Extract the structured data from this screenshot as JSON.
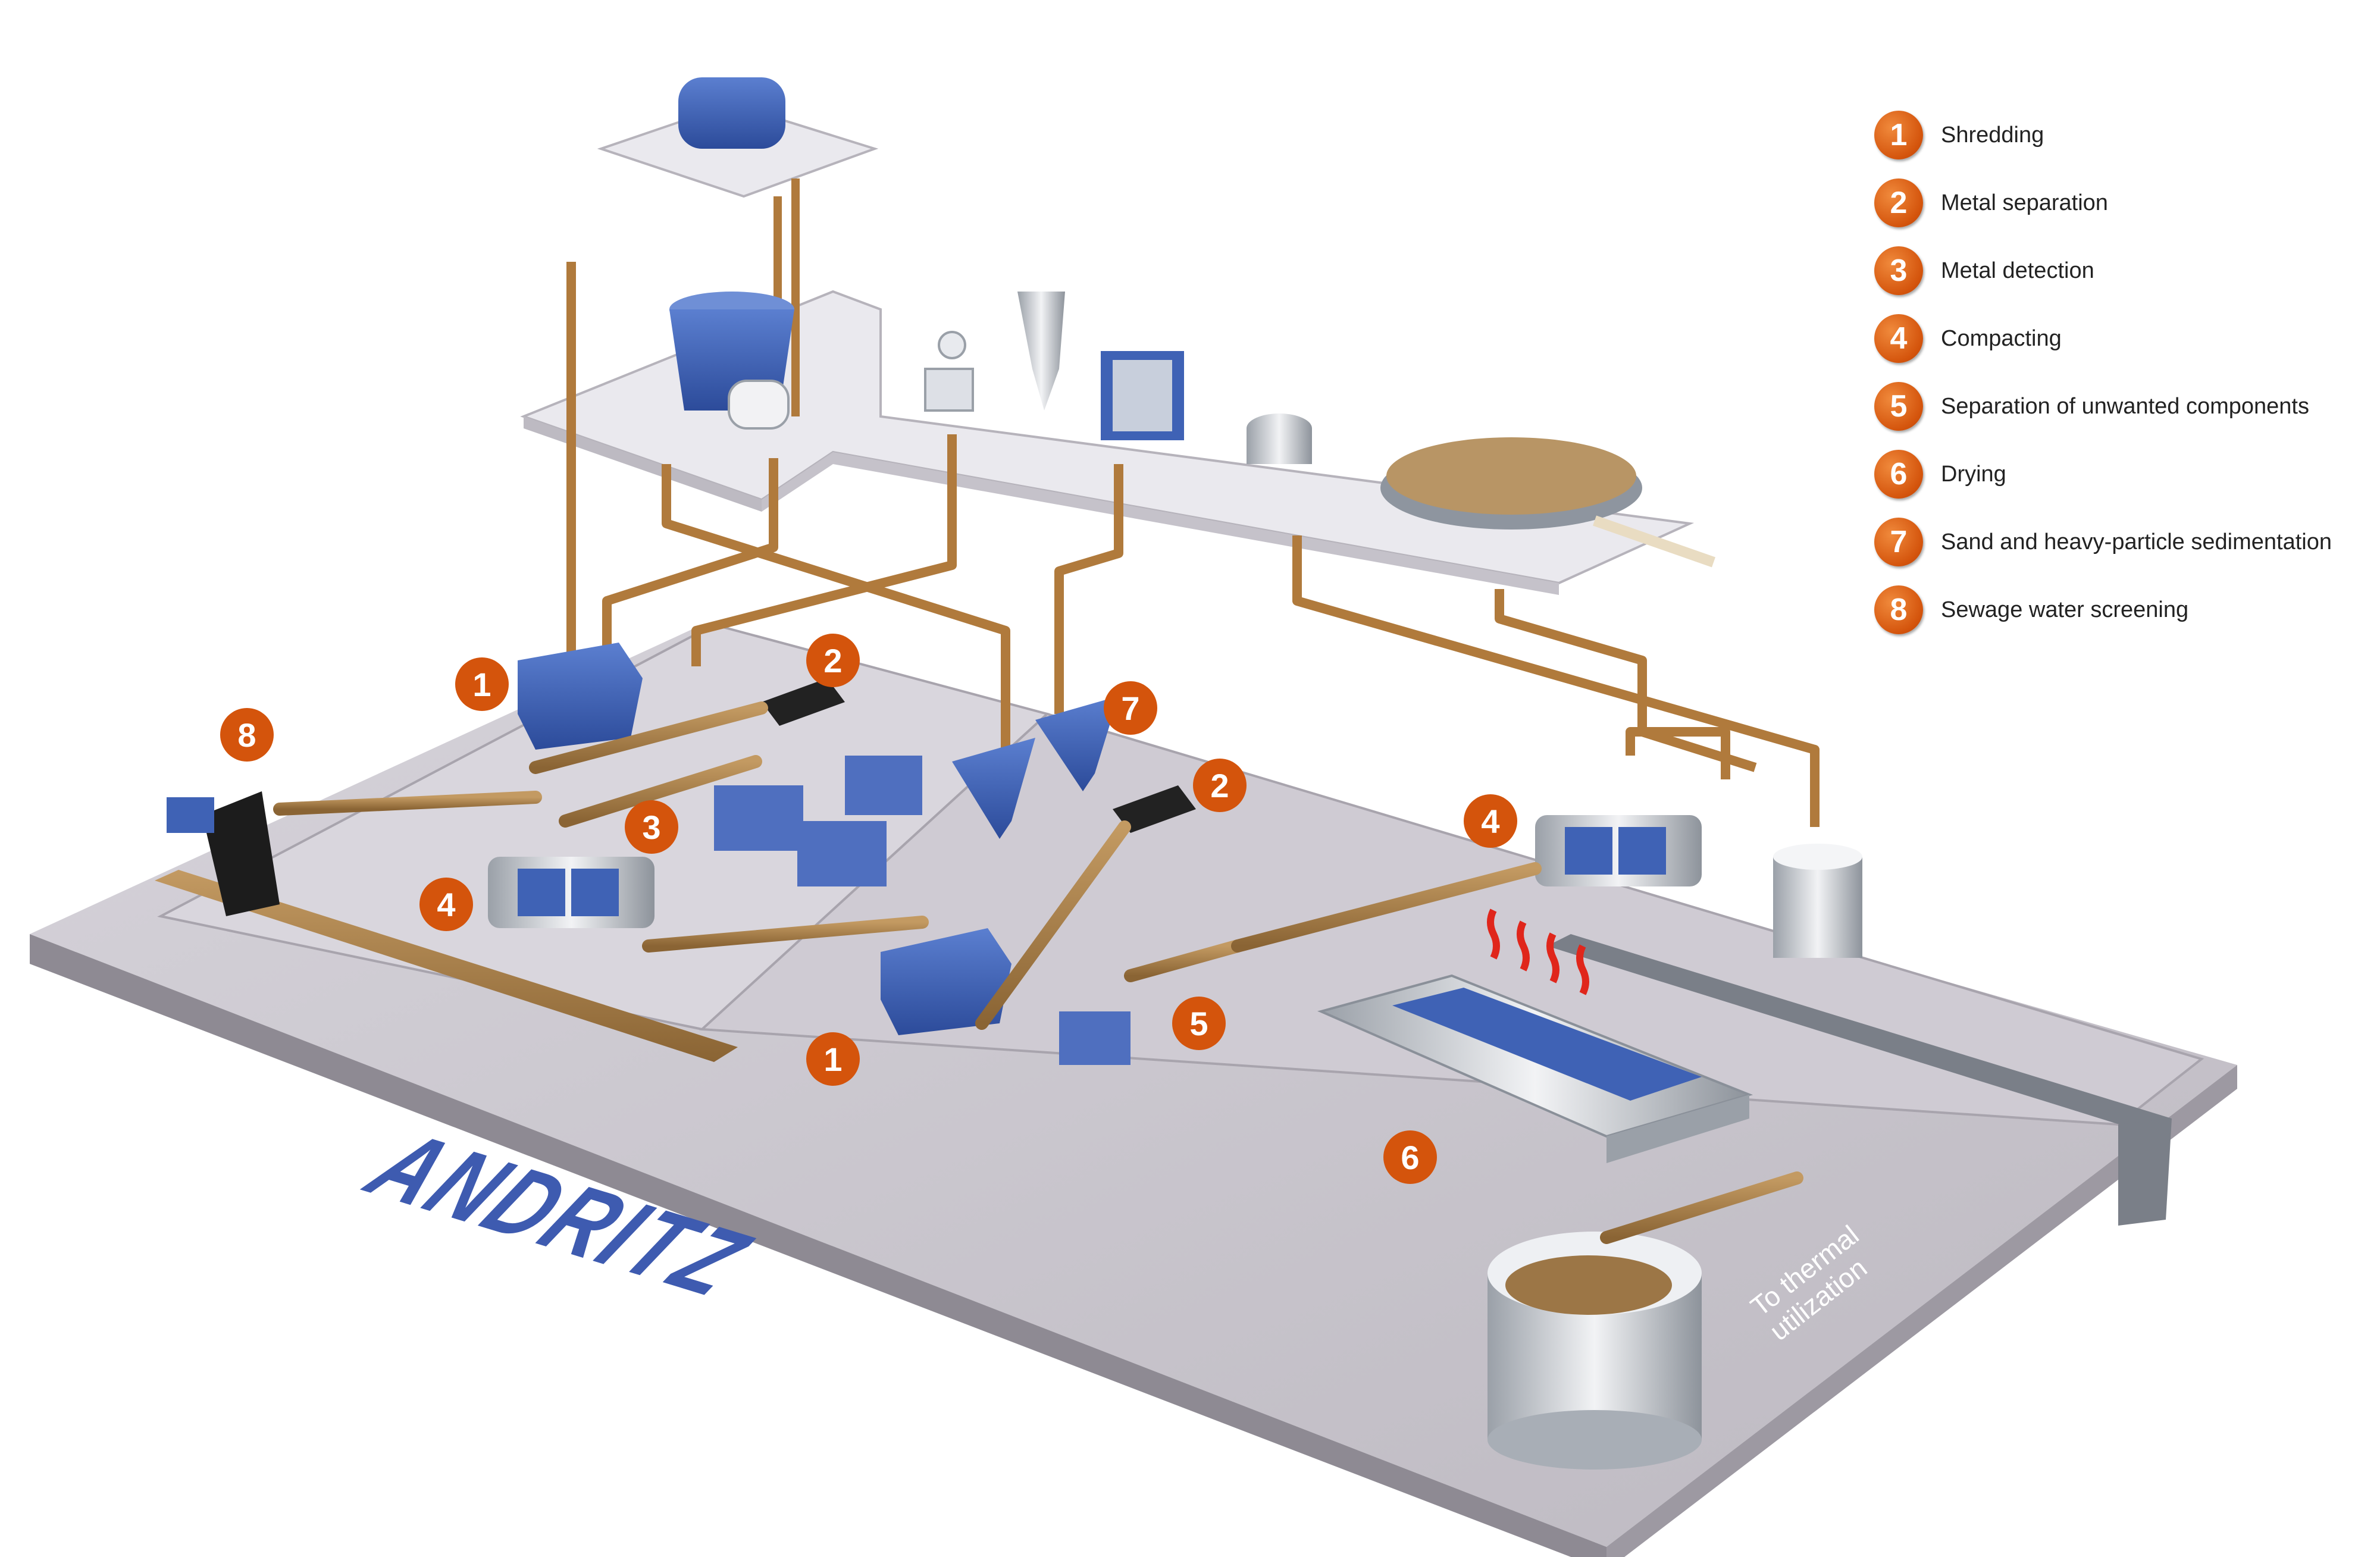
{
  "legend": [
    {
      "num": "1",
      "label": "Shredding"
    },
    {
      "num": "2",
      "label": "Metal separation"
    },
    {
      "num": "3",
      "label": "Metal detection"
    },
    {
      "num": "4",
      "label": "Compacting"
    },
    {
      "num": "5",
      "label": "Separation of unwanted components"
    },
    {
      "num": "6",
      "label": "Drying"
    },
    {
      "num": "7",
      "label": "Sand and heavy-particle sedimentation"
    },
    {
      "num": "8",
      "label": "Sewage water screening"
    }
  ],
  "badges": [
    "1",
    "2",
    "8",
    "3",
    "4",
    "7",
    "2",
    "4",
    "1",
    "5",
    "6"
  ],
  "logo": "ANDRITZ",
  "note": {
    "line1": "To thermal",
    "line2": "utilization"
  },
  "colors": {
    "badge": "#d4540c",
    "machine": "#3f62b5",
    "pipe": "#b07a3c",
    "floor": "#c7c3cb"
  }
}
